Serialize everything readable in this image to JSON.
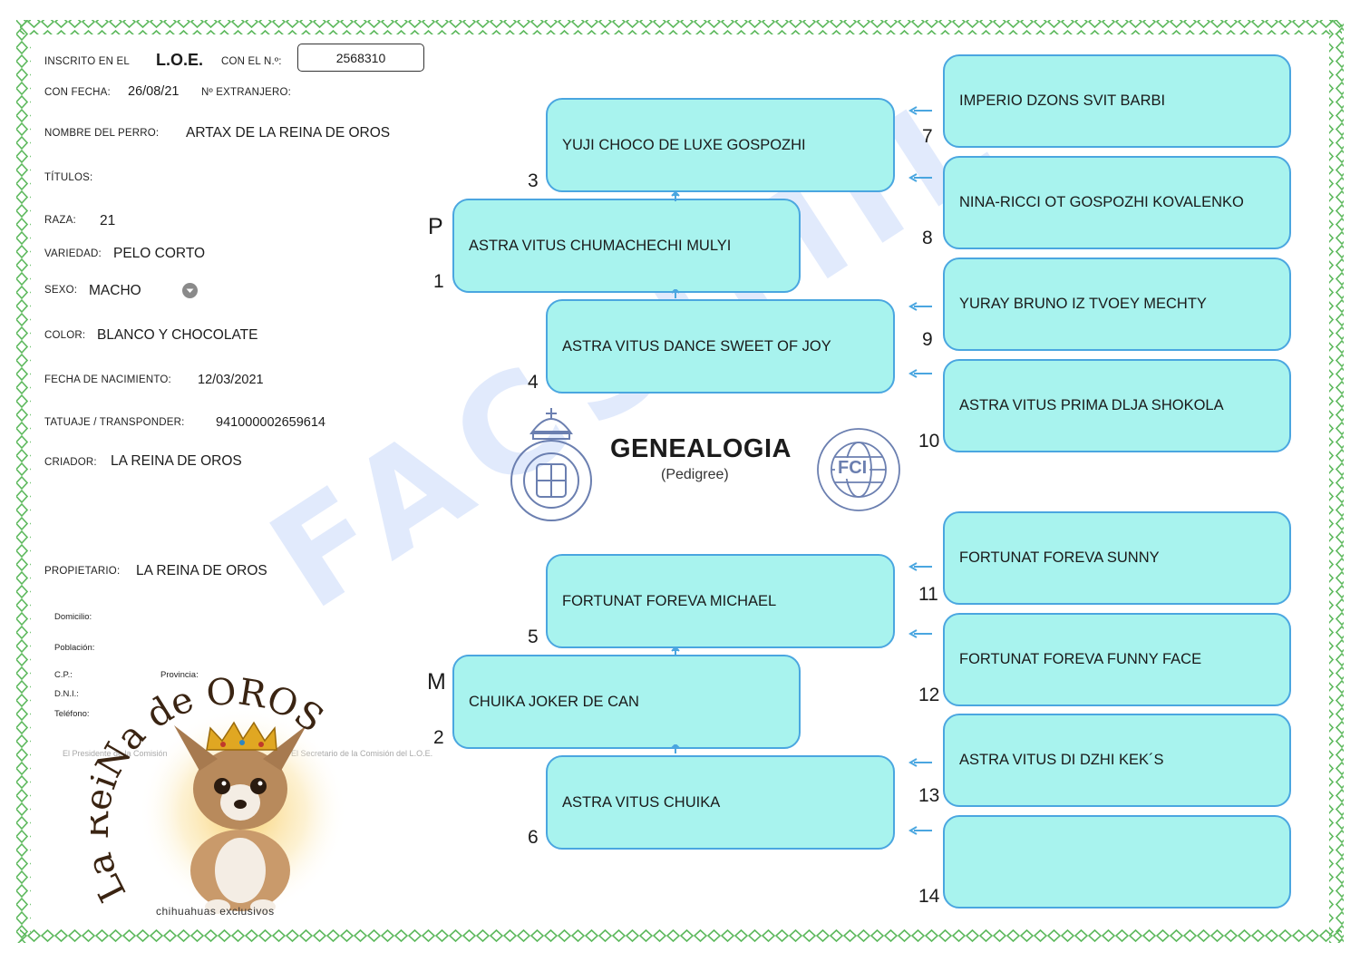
{
  "registration": {
    "inscrito_label": "INSCRITO EN EL",
    "book": "L.O.E.",
    "con_numero_label": "CON EL N.º:",
    "number": "2568310",
    "fecha_label": "CON FECHA:",
    "fecha": "26/08/21",
    "extranjero_label": "Nº EXTRANJERO:"
  },
  "dog": {
    "nombre_label": "NOMBRE DEL PERRO:",
    "nombre": "ARTAX DE LA REINA DE OROS",
    "titulos_label": "TÍTULOS:",
    "raza_label": "RAZA:",
    "raza": "21",
    "variedad_label": "VARIEDAD:",
    "variedad": "PELO CORTO",
    "sexo_label": "SEXO:",
    "sexo": "MACHO",
    "color_label": "COLOR:",
    "color": "BLANCO Y CHOCOLATE",
    "nacimiento_label": "FECHA DE NACIMIENTO:",
    "nacimiento": "12/03/2021",
    "tatuaje_label": "TATUAJE / TRANSPONDER:",
    "tatuaje": "941000002659614",
    "criador_label": "CRIADOR:",
    "criador": "LA REINA DE OROS"
  },
  "owner": {
    "propietario_label": "PROPIETARIO:",
    "propietario": "LA REINA DE OROS",
    "domicilio_label": "Domicilio:",
    "poblacion_label": "Población:",
    "cp_label": "C.P.:",
    "provincia_label": "Provincia:",
    "dni_label": "D.N.I.:",
    "telefono_label": "Teléfono:"
  },
  "signatures": {
    "presidente": "El Presidente de la Comisión",
    "secretario": "El Secretario de la Comisión del L.O.E."
  },
  "header": {
    "title": "GENEALOGIA",
    "subtitle": "(Pedigree)",
    "fci_logo_text": "FCI",
    "watermark": "FACSIMIL"
  },
  "logo": {
    "brand_text": "La ReiNa de OROS",
    "tagline": "chihuahuas exclusivos"
  },
  "pedigree": {
    "parent_markers": {
      "father": "P",
      "mother": "M"
    },
    "ancestors": [
      {
        "number": "1",
        "name": "ASTRA VITUS CHUMACHECHI MULYI"
      },
      {
        "number": "2",
        "name": "CHUIKA JOKER DE CAN"
      },
      {
        "number": "3",
        "name": "YUJI CHOCO DE LUXE GOSPOZHI"
      },
      {
        "number": "4",
        "name": "ASTRA VITUS DANCE SWEET OF JOY"
      },
      {
        "number": "5",
        "name": "FORTUNAT FOREVA MICHAEL"
      },
      {
        "number": "6",
        "name": "ASTRA VITUS CHUIKA"
      },
      {
        "number": "7",
        "name": "IMPERIO DZONS SVIT BARBI"
      },
      {
        "number": "8",
        "name": "NINA-RICCI OT GOSPOZHI KOVALENKO"
      },
      {
        "number": "9",
        "name": "YURAY BRUNO IZ TVOEY MECHTY"
      },
      {
        "number": "10",
        "name": "ASTRA VITUS PRIMA DLJA SHOKOLA"
      },
      {
        "number": "11",
        "name": "FORTUNAT FOREVA SUNNY"
      },
      {
        "number": "12",
        "name": "FORTUNAT FOREVA FUNNY FACE"
      },
      {
        "number": "13",
        "name": "ASTRA VITUS DI DZHI KEK´S"
      },
      {
        "number": "14",
        "name": ""
      }
    ]
  },
  "colors": {
    "box_fill": "#a8f3ee",
    "box_border": "#4aa6e0",
    "border_green": "#5cb85c",
    "watermark": "#78a0f0"
  }
}
